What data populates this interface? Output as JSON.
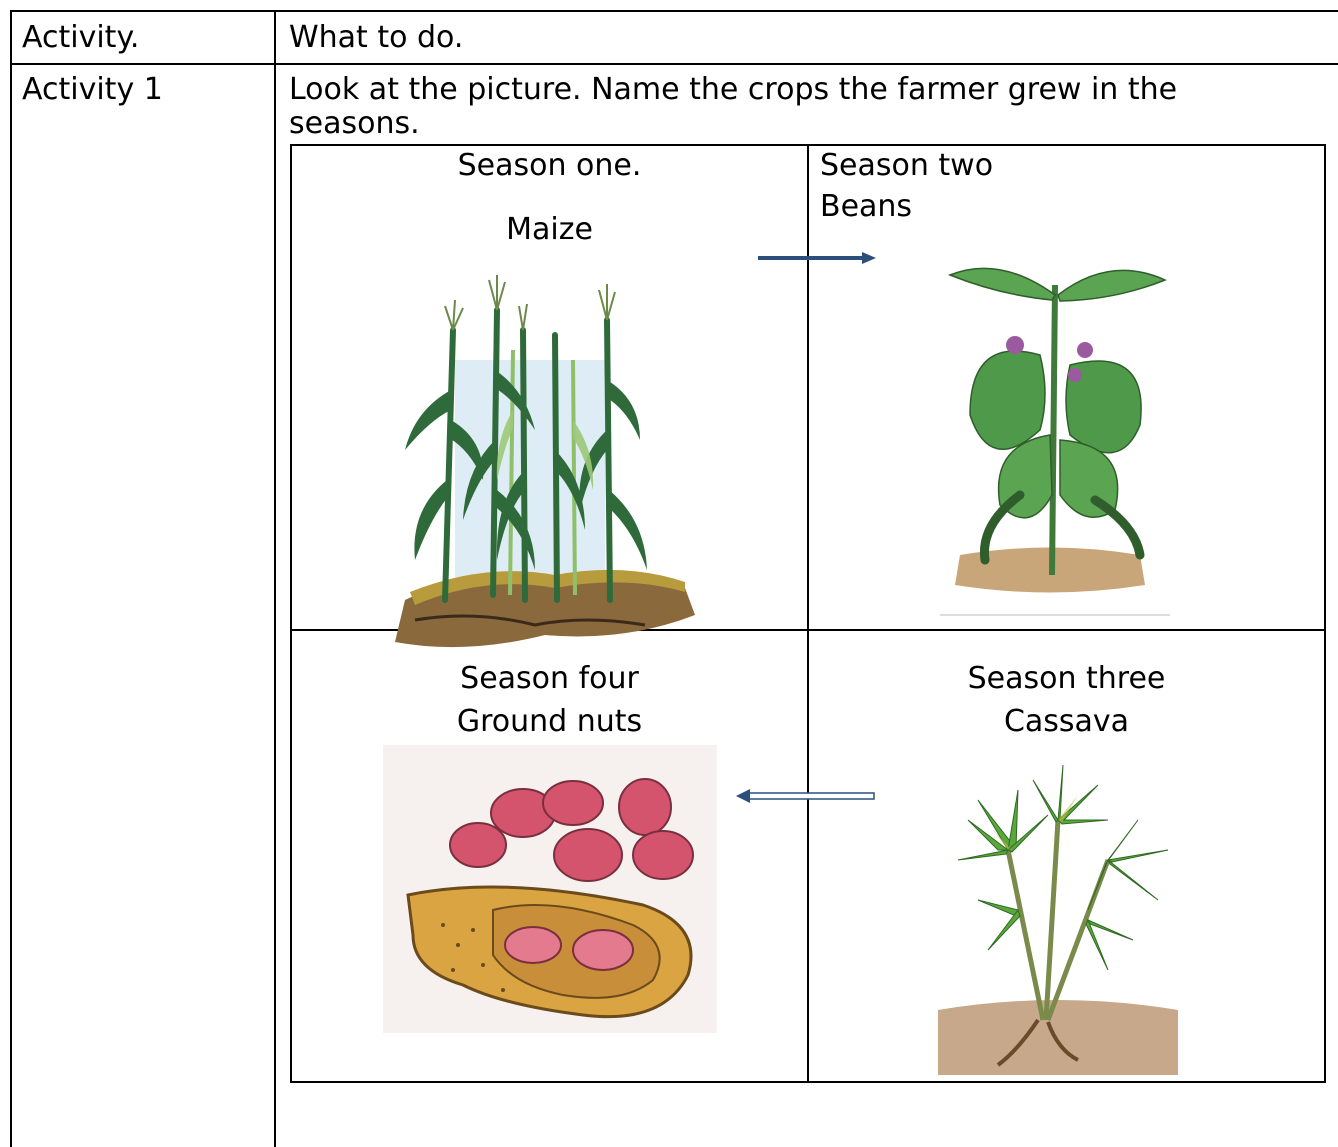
{
  "table": {
    "header_col1": "Activity.",
    "header_col2": "What to do.",
    "row1_activity": "Activity 1",
    "row1_instruction_line1": "Look at the picture. Name the crops the farmer grew in the",
    "row1_instruction_line2": "seasons."
  },
  "seasons": {
    "season_one": {
      "title": "Season one.",
      "crop": "Maize"
    },
    "season_two": {
      "title": "Season two",
      "crop": "Beans"
    },
    "season_three": {
      "title": "Season three",
      "crop": "Cassava"
    },
    "season_four": {
      "title": "Season four",
      "crop": "Ground nuts"
    }
  },
  "colors": {
    "arrow": "#2b4f7a",
    "maize_leaf": "#2f6b3a",
    "bean_leaf": "#4e9a4a",
    "cassava_leaf": "#5aa83c",
    "groundnut_shell": "#d9a441",
    "groundnut_seed": "#d4546e",
    "soil": "#7a5a3a"
  },
  "icons": [
    "maize-illustration",
    "beans-illustration",
    "cassava-illustration",
    "groundnut-illustration",
    "arrow-right-icon",
    "arrow-left-icon"
  ]
}
